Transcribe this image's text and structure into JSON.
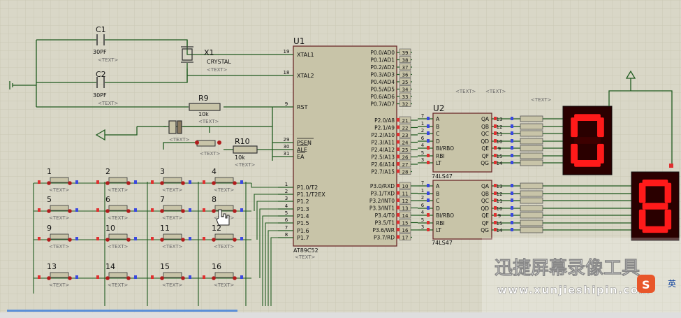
{
  "components": {
    "u1": {
      "ref": "U1",
      "part": "AT89C52",
      "text": "<TEXT>"
    },
    "u2": {
      "ref": "U2",
      "part": "74LS47",
      "text": "<TEXT>"
    },
    "u3": {
      "ref": "",
      "part": "74LS47",
      "text": "<TEXT>"
    },
    "x1": {
      "ref": "X1",
      "value": "CRYSTAL",
      "text": "<TEXT>"
    },
    "c1": {
      "ref": "C1",
      "value": "30PF",
      "text": "<TEXT>"
    },
    "c2": {
      "ref": "C2",
      "value": "30PF",
      "text": "<TEXT>"
    },
    "r9": {
      "ref": "R9",
      "value": "10k",
      "text": "<TEXT>"
    },
    "r10": {
      "ref": "R10",
      "value": "10k",
      "text": "<TEXT>"
    },
    "cap3": {
      "text": "<TEXT>"
    },
    "reset_btn": {
      "text": "<TEXT>"
    }
  },
  "u1_left_pins": [
    {
      "num": "19",
      "name": "XTAL1"
    },
    {
      "num": "18",
      "name": "XTAL2"
    },
    {
      "num": "9",
      "name": "RST"
    },
    {
      "num": "29",
      "name": "PSEN"
    },
    {
      "num": "30",
      "name": "ALE"
    },
    {
      "num": "31",
      "name": "EA"
    },
    {
      "num": "1",
      "name": "P1.0/T2"
    },
    {
      "num": "2",
      "name": "P1.1/T2EX"
    },
    {
      "num": "3",
      "name": "P1.2"
    },
    {
      "num": "4",
      "name": "P1.3"
    },
    {
      "num": "5",
      "name": "P1.4"
    },
    {
      "num": "6",
      "name": "P1.5"
    },
    {
      "num": "7",
      "name": "P1.6"
    },
    {
      "num": "8",
      "name": "P1.7"
    }
  ],
  "u1_port0": [
    {
      "num": "39",
      "name": "P0.0/AD0"
    },
    {
      "num": "38",
      "name": "P0.1/AD1"
    },
    {
      "num": "37",
      "name": "P0.2/AD2"
    },
    {
      "num": "36",
      "name": "P0.3/AD3"
    },
    {
      "num": "35",
      "name": "P0.4/AD4"
    },
    {
      "num": "34",
      "name": "P0.5/AD5"
    },
    {
      "num": "33",
      "name": "P0.6/AD6"
    },
    {
      "num": "32",
      "name": "P0.7/AD7"
    }
  ],
  "u1_port2": [
    {
      "num": "21",
      "name": "P2.0/A8"
    },
    {
      "num": "22",
      "name": "P2.1/A9"
    },
    {
      "num": "23",
      "name": "P2.2/A10"
    },
    {
      "num": "24",
      "name": "P2.3/A11"
    },
    {
      "num": "25",
      "name": "P2.4/A12"
    },
    {
      "num": "26",
      "name": "P2.5/A13"
    },
    {
      "num": "27",
      "name": "P2.6/A14"
    },
    {
      "num": "28",
      "name": "P2.7/A15"
    }
  ],
  "u1_port3": [
    {
      "num": "10",
      "name": "P3.0/RXD"
    },
    {
      "num": "11",
      "name": "P3.1/TXD"
    },
    {
      "num": "12",
      "name": "P3.2/INT0"
    },
    {
      "num": "13",
      "name": "P3.3/INT1"
    },
    {
      "num": "14",
      "name": "P3.4/T0"
    },
    {
      "num": "15",
      "name": "P3.5/T1"
    },
    {
      "num": "16",
      "name": "P3.6/WR"
    },
    {
      "num": "17",
      "name": "P3.7/RD"
    }
  ],
  "decoder_inputs": [
    {
      "num": "7",
      "name": "A"
    },
    {
      "num": "1",
      "name": "B"
    },
    {
      "num": "2",
      "name": "C"
    },
    {
      "num": "6",
      "name": "D"
    },
    {
      "num": "4",
      "name": "BI/RBO"
    },
    {
      "num": "5",
      "name": "RBI"
    },
    {
      "num": "3",
      "name": "LT"
    }
  ],
  "decoder_outputs": [
    {
      "num": "13",
      "name": "QA"
    },
    {
      "num": "12",
      "name": "QB"
    },
    {
      "num": "11",
      "name": "QC"
    },
    {
      "num": "10",
      "name": "QD"
    },
    {
      "num": "9",
      "name": "QE"
    },
    {
      "num": "15",
      "name": "QF"
    },
    {
      "num": "14",
      "name": "QG"
    }
  ],
  "keypad": [
    "1",
    "2",
    "3",
    "4",
    "5",
    "6",
    "7",
    "8",
    "9",
    "10",
    "11",
    "12",
    "13",
    "14",
    "15",
    "16"
  ],
  "keypad_text": "<TEXT>",
  "display_top_digit": "0",
  "display_bottom_digit": "8",
  "display_text_labels": [
    "<TEXT>",
    "<TEXT>",
    "<TEXT>"
  ],
  "watermark": {
    "title": "迅捷屏幕录像工具",
    "url": "www.xunjieshipin.com",
    "side_char": "英"
  },
  "colors": {
    "background": "#d9d7c7",
    "grid": "#c9c6b4",
    "wire": "#1e5a1e",
    "chip_fill": "#c8c4a8",
    "chip_border": "#6b2a2a",
    "pin_red": "#e03030",
    "pin_blue": "#3a48e0",
    "segment_on": "#ff1a1a",
    "segment_off": "#3d0000",
    "display_body": "#2a0000"
  }
}
